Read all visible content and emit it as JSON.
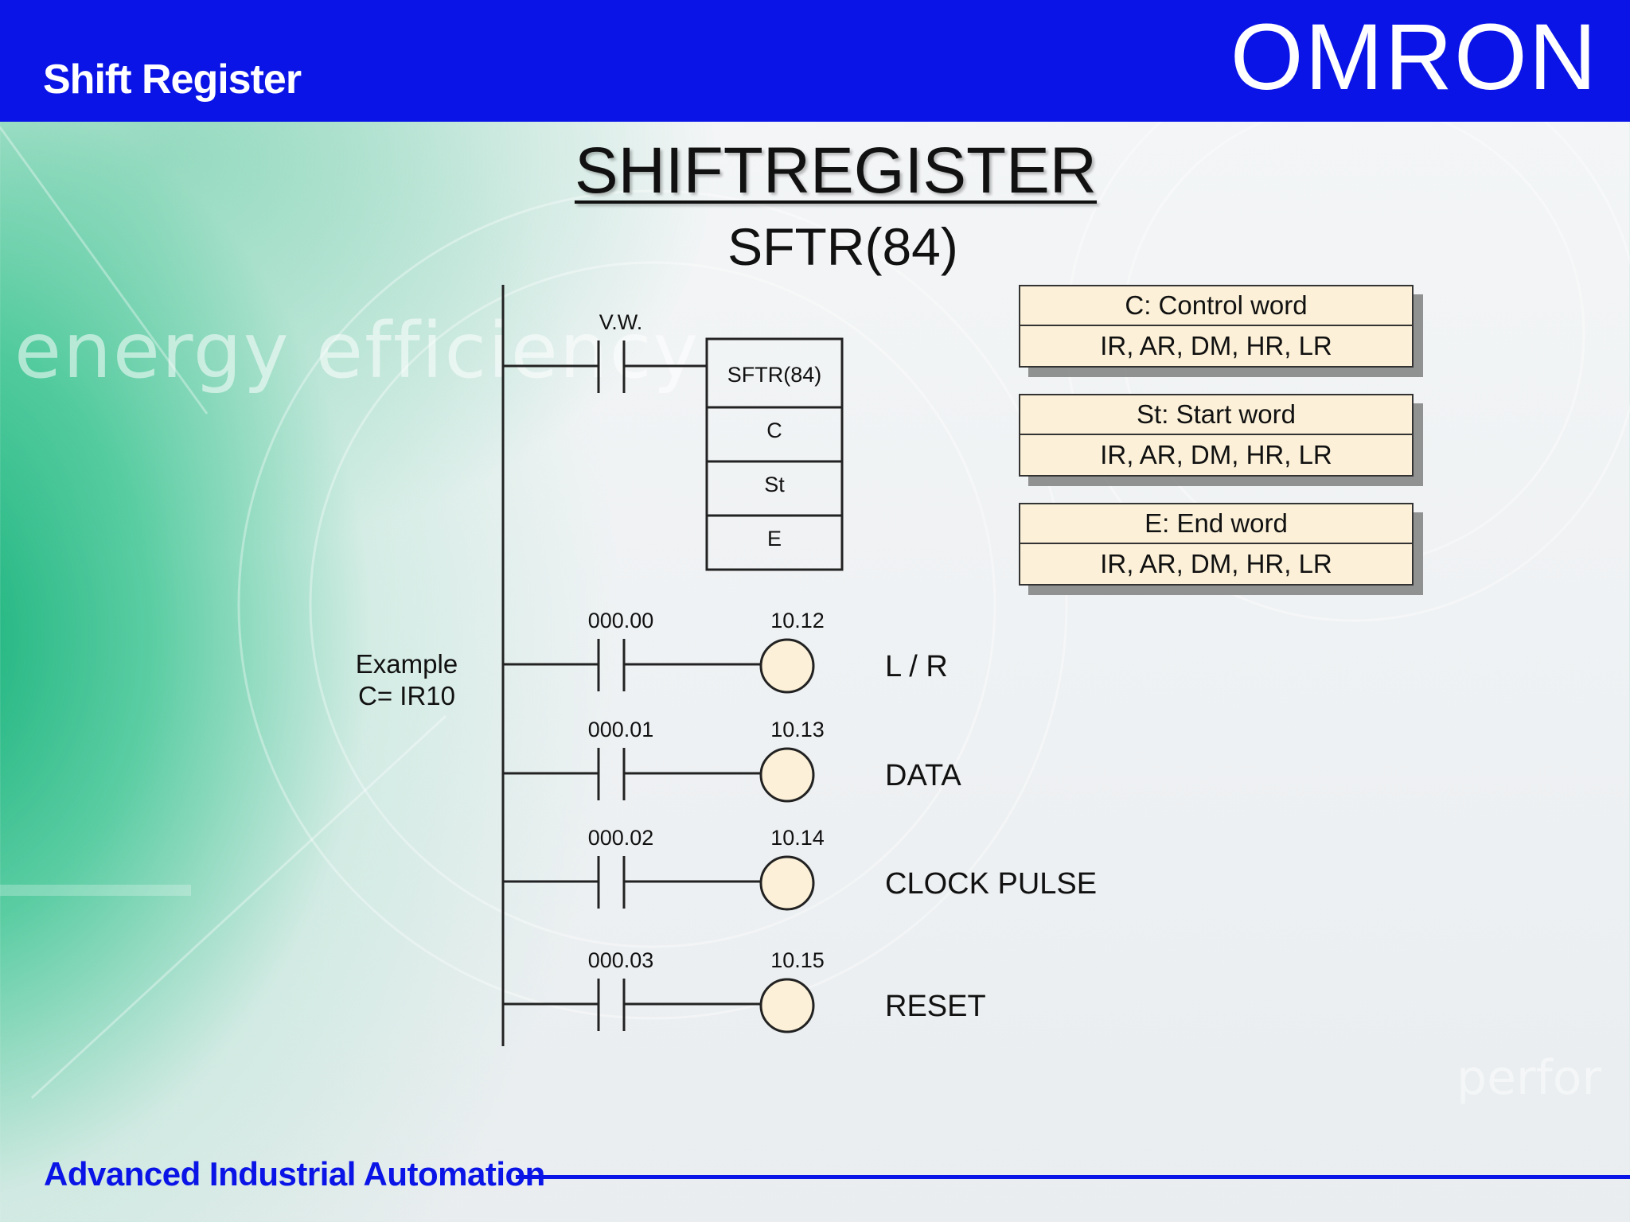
{
  "header": {
    "title": "Shift Register",
    "brand": "OMRON"
  },
  "slide": {
    "title": "SHIFTREGISTER",
    "subtitle": "SFTR(84)"
  },
  "diagram": {
    "trigger_label": "V.W.",
    "block": {
      "name": "SFTR(84)",
      "operands": [
        "C",
        "St",
        "E"
      ]
    },
    "example": {
      "line1": "Example",
      "line2": "C= IR10"
    },
    "rungs": [
      {
        "input": "000.00",
        "output": "10.12",
        "function": "L / R"
      },
      {
        "input": "000.01",
        "output": "10.13",
        "function": "DATA"
      },
      {
        "input": "000.02",
        "output": "10.14",
        "function": "CLOCK PULSE"
      },
      {
        "input": "000.03",
        "output": "10.15",
        "function": "RESET"
      }
    ]
  },
  "operand_boxes": [
    {
      "title": "C: Control word",
      "areas": "IR, AR, DM, HR, LR"
    },
    {
      "title": "St: Start word",
      "areas": "IR, AR, DM, HR, LR"
    },
    {
      "title": "E: End word",
      "areas": "IR, AR, DM, HR, LR"
    }
  ],
  "background": {
    "watermark": "energy efficiency",
    "watermark2": "perfor"
  },
  "footer": {
    "text": "Advanced Industrial Automation"
  },
  "colors": {
    "header_bg": "#0a14e6",
    "coil_fill": "#fcf1d8",
    "box_fill": "#fcf1d8"
  }
}
